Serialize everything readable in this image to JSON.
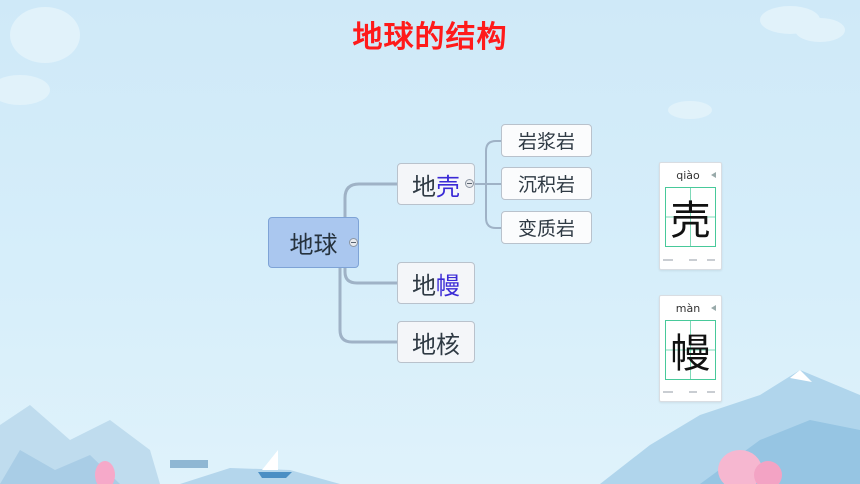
{
  "title": "地球的结构",
  "colors": {
    "title": "#ff1a1a",
    "accent_char": "#3a2ad6",
    "root_fill": "#aac7ef",
    "connector": "#9fb2c6",
    "grid": "#48c99a"
  },
  "mindmap": {
    "root": "地球",
    "branches": [
      {
        "prefix": "地",
        "accent": "壳",
        "children": [
          "岩浆岩",
          "沉积岩",
          "变质岩"
        ]
      },
      {
        "prefix": "地",
        "accent": "幔"
      },
      {
        "text": "地核"
      }
    ]
  },
  "cards": [
    {
      "pinyin": "qiào",
      "character": "壳"
    },
    {
      "pinyin": "màn",
      "character": "幔"
    }
  ]
}
